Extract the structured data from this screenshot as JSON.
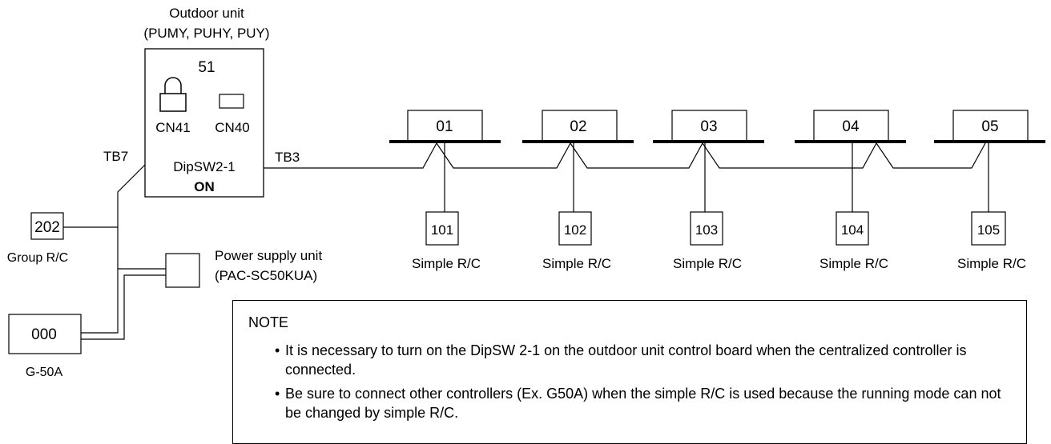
{
  "outdoor": {
    "title": "Outdoor unit",
    "models": "(PUMY, PUHY, PUY)",
    "address": "51",
    "cn41": "CN41",
    "cn40": "CN40",
    "dipsw": "DipSW2-1",
    "on": "ON",
    "tb7": "TB7",
    "tb3": "TB3"
  },
  "indoor_units": [
    "01",
    "02",
    "03",
    "04",
    "05"
  ],
  "simple_rcs": [
    {
      "address": "101",
      "label": "Simple R/C"
    },
    {
      "address": "102",
      "label": "Simple R/C"
    },
    {
      "address": "103",
      "label": "Simple R/C"
    },
    {
      "address": "104",
      "label": "Simple R/C"
    },
    {
      "address": "105",
      "label": "Simple R/C"
    }
  ],
  "group_rc": {
    "address": "202",
    "label": "Group R/C"
  },
  "power_supply": {
    "label": "Power supply unit",
    "model": "(PAC-SC50KUA)"
  },
  "g50a": {
    "address": "000",
    "label": "G-50A"
  },
  "note": {
    "title": "NOTE",
    "items": [
      "It is necessary to turn on the DipSW 2-1 on the outdoor unit control board when the centralized controller is connected.",
      "Be sure to connect other controllers (Ex. G50A) when the simple R/C is used because the running mode can not be changed by simple R/C."
    ],
    "bullet": "•"
  }
}
